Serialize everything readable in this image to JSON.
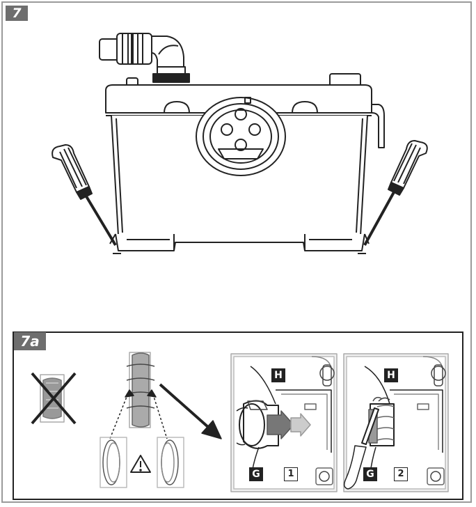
{
  "figure": {
    "main_badge": "7",
    "detail_badge": "7a"
  },
  "detail": {
    "labels": {
      "h_top_1": "H",
      "g_bottom_1": "G",
      "step_1": "1",
      "h_top_2": "H",
      "g_bottom_2": "G",
      "step_2": "2"
    },
    "warning_icon": "warning-triangle-icon",
    "wrong_icon": "cross-icon"
  },
  "colors": {
    "frame": "#9a9a9a",
    "badge": "#6e6e6e",
    "ink": "#222222",
    "panel": "#eeeeee"
  }
}
